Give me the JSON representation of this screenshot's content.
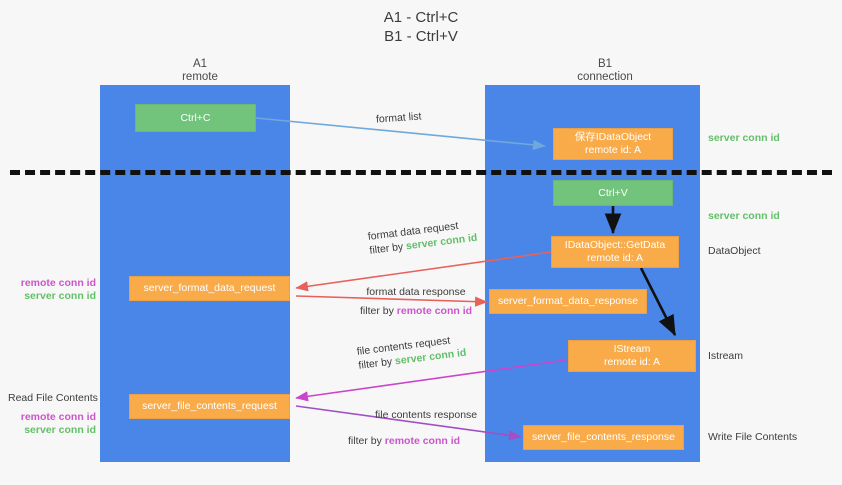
{
  "title": {
    "line1": "A1 - Ctrl+C",
    "line2": "B1 - Ctrl+V"
  },
  "columns": [
    {
      "name": "A1",
      "sub": "remote"
    },
    {
      "name": "B1",
      "sub": "connection"
    }
  ],
  "boxes": [
    {
      "id": "ctrl-c",
      "label": "Ctrl+C",
      "sub": "",
      "color": "#72c37b"
    },
    {
      "id": "save-idataobject",
      "label": "保存IDataObject",
      "sub": "remote id: A",
      "color": "#f9ab49"
    },
    {
      "id": "ctrl-v",
      "label": "Ctrl+V",
      "sub": "",
      "color": "#72c37b"
    },
    {
      "id": "idataobject-getdata",
      "label": "IDataObject::GetData",
      "sub": "remote id: A",
      "color": "#f9ab49"
    },
    {
      "id": "server-format-data-request",
      "label": "server_format_data_request",
      "sub": "",
      "color": "#f9ab49"
    },
    {
      "id": "server-format-data-response",
      "label": "server_format_data_response",
      "sub": "",
      "color": "#f9ab49"
    },
    {
      "id": "istream",
      "label": "IStream",
      "sub": "remote id: A",
      "color": "#f9ab49"
    },
    {
      "id": "server-file-contents-request",
      "label": "server_file_contents_request",
      "sub": "",
      "color": "#f9ab49"
    },
    {
      "id": "server-file-contents-response",
      "label": "server_file_contents_response",
      "sub": "",
      "color": "#f9ab49"
    }
  ],
  "right_annotations": [
    {
      "id": "r1",
      "text": "server conn id",
      "style": "green"
    },
    {
      "id": "r2",
      "text": "server conn id",
      "style": "green"
    },
    {
      "id": "r3",
      "text": "DataObject",
      "style": "plain"
    },
    {
      "id": "r4",
      "text": "Istream",
      "style": "plain"
    },
    {
      "id": "r5",
      "text": "Write File Contents",
      "style": "plain"
    }
  ],
  "left_annotations": [
    {
      "id": "l1a",
      "text": "remote conn id",
      "style": "magenta"
    },
    {
      "id": "l1b",
      "text": "server conn id",
      "style": "green"
    },
    {
      "id": "l2t",
      "text": "Read File Contents",
      "style": "plain"
    },
    {
      "id": "l2a",
      "text": "remote conn id",
      "style": "magenta"
    },
    {
      "id": "l2b",
      "text": "server conn id",
      "style": "green"
    }
  ],
  "arrow_labels": [
    {
      "id": "format-list",
      "line1_plain": "format list",
      "line2_prefix": "",
      "line2_accent": "",
      "accent": ""
    },
    {
      "id": "format-data-request",
      "line1_plain": "format data request",
      "line2_prefix": "filter by",
      "line2_accent": "server conn id",
      "accent": "green"
    },
    {
      "id": "format-data-response",
      "line1_plain": "format data response",
      "line2_prefix": "filter by",
      "line2_accent": "remote conn id",
      "accent": "magenta"
    },
    {
      "id": "file-contents-request",
      "line1_plain": "file contents request",
      "line2_prefix": "filter by",
      "line2_accent": "server conn id",
      "accent": "green"
    },
    {
      "id": "file-contents-response",
      "line1_plain": "file contents response",
      "line2_prefix": "filter by",
      "line2_accent": "remote conn id",
      "accent": "magenta"
    }
  ],
  "colors": {
    "lane": "#4a86e8",
    "orange": "#f9ab49",
    "green_box": "#72c37b",
    "green_text": "#64bf6a",
    "magenta_text": "#cc55cc",
    "arrow_blue": "#6fa8dc",
    "arrow_red": "#e8615a",
    "arrow_magenta": "#cc44cc",
    "arrow_purple": "#a14fc4",
    "arrow_black": "#111111",
    "background": "#f7f7f7"
  }
}
